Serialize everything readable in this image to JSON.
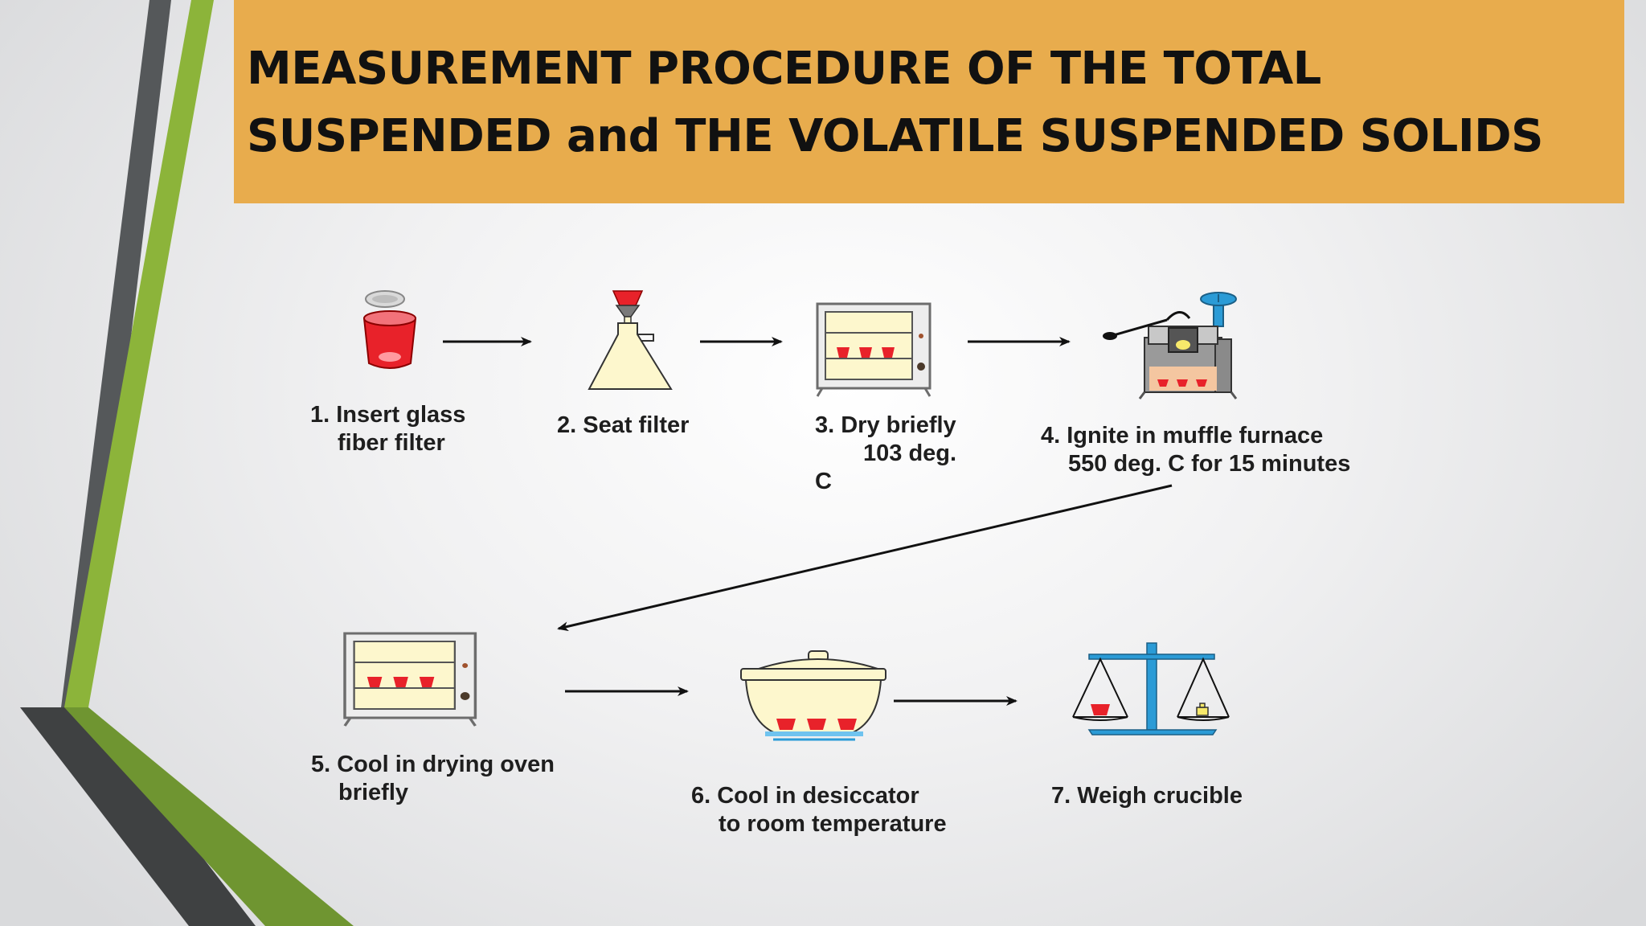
{
  "title": {
    "line1": "MEASUREMENT PROCEDURE OF  THE TOTAL",
    "line2": "SUSPENDED and THE VOLATILE SUSPENDED SOLIDS"
  },
  "steps": [
    {
      "lines": [
        "1. Insert glass",
        "fiber filter"
      ],
      "icon": "crucible-filter-icon"
    },
    {
      "lines": [
        "2. Seat filter"
      ],
      "icon": "filter-flask-icon"
    },
    {
      "lines": [
        "3. Dry briefly",
        "103 deg.",
        "C"
      ],
      "icon": "drying-oven-icon"
    },
    {
      "lines": [
        "4. Ignite in muffle furnace",
        "550 deg. C for 15 minutes"
      ],
      "icon": "muffle-furnace-icon"
    },
    {
      "lines": [
        "5. Cool in drying oven",
        "briefly"
      ],
      "icon": "drying-oven-icon"
    },
    {
      "lines": [
        "6. Cool in desiccator",
        "to room temperature"
      ],
      "icon": "desiccator-icon"
    },
    {
      "lines": [
        "7. Weigh crucible"
      ],
      "icon": "balance-scale-icon"
    }
  ],
  "colors": {
    "title_band": "#e8ac4d",
    "accent_green": "#8cb43a",
    "accent_gray": "#4f5152",
    "crucible_red": "#e8222a",
    "cream": "#fdf7cd",
    "instrument_blue": "#2b9bd6"
  }
}
